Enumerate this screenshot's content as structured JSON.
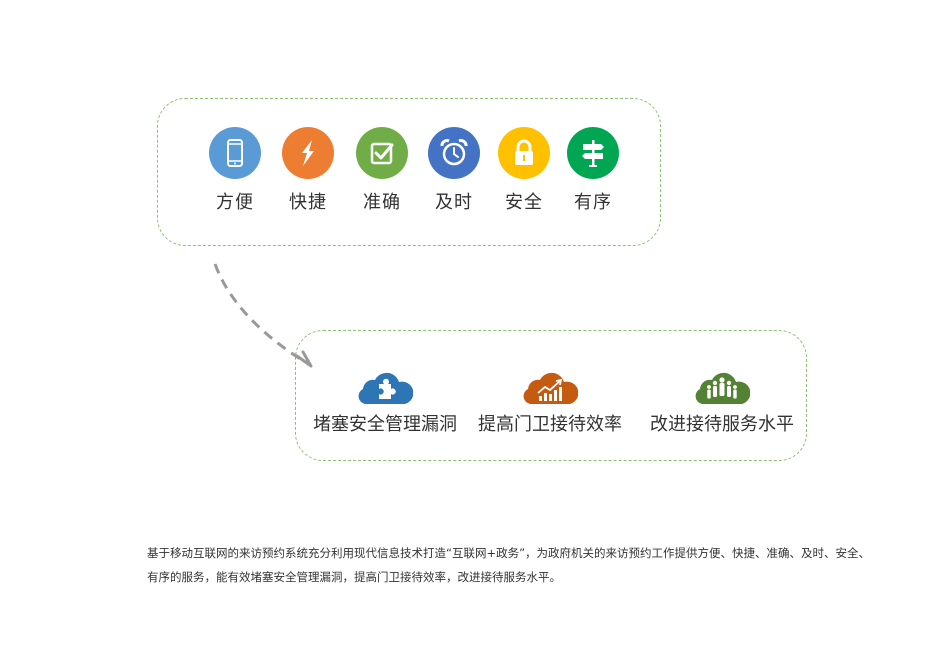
{
  "features": [
    {
      "label": "方便",
      "icon": "phone-icon",
      "color": "#5b9bd5"
    },
    {
      "label": "快捷",
      "icon": "lightning-icon",
      "color": "#ed7d31"
    },
    {
      "label": "准确",
      "icon": "checkbox-icon",
      "color": "#70ad47"
    },
    {
      "label": "及时",
      "icon": "alarm-clock-icon",
      "color": "#4472c4"
    },
    {
      "label": "安全",
      "icon": "lock-icon",
      "color": "#ffc000"
    },
    {
      "label": "有序",
      "icon": "signpost-icon",
      "color": "#00a651"
    }
  ],
  "benefits": [
    {
      "label": "堵塞安全管理漏洞",
      "icon": "puzzle-cloud-icon",
      "color": "#2e75b6"
    },
    {
      "label": "提高门卫接待效率",
      "icon": "chart-cloud-icon",
      "color": "#c55a11"
    },
    {
      "label": "改进接待服务水平",
      "icon": "people-cloud-icon",
      "color": "#548235"
    }
  ],
  "description": "基于移动互联网的来访预约系统充分利用现代信息技术打造“互联网+政务”，为政府机关的来访预约工作提供方便、快捷、准确、及时、安全、有序的服务，能有效堵塞安全管理漏洞，提高门卫接待效率，改进接待服务水平。"
}
